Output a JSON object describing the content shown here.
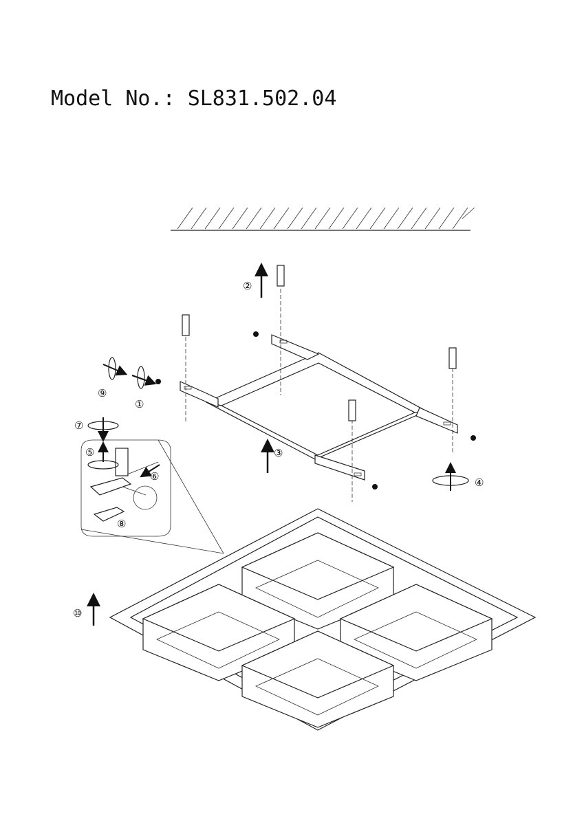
{
  "header": {
    "model_label": "Model No.",
    "separator": ": ",
    "model_number": "SL831.502.04"
  },
  "steps": [
    "①",
    "②",
    "③",
    "④",
    "⑤",
    "⑥",
    "⑦",
    "⑧",
    "⑨",
    "⑩"
  ]
}
